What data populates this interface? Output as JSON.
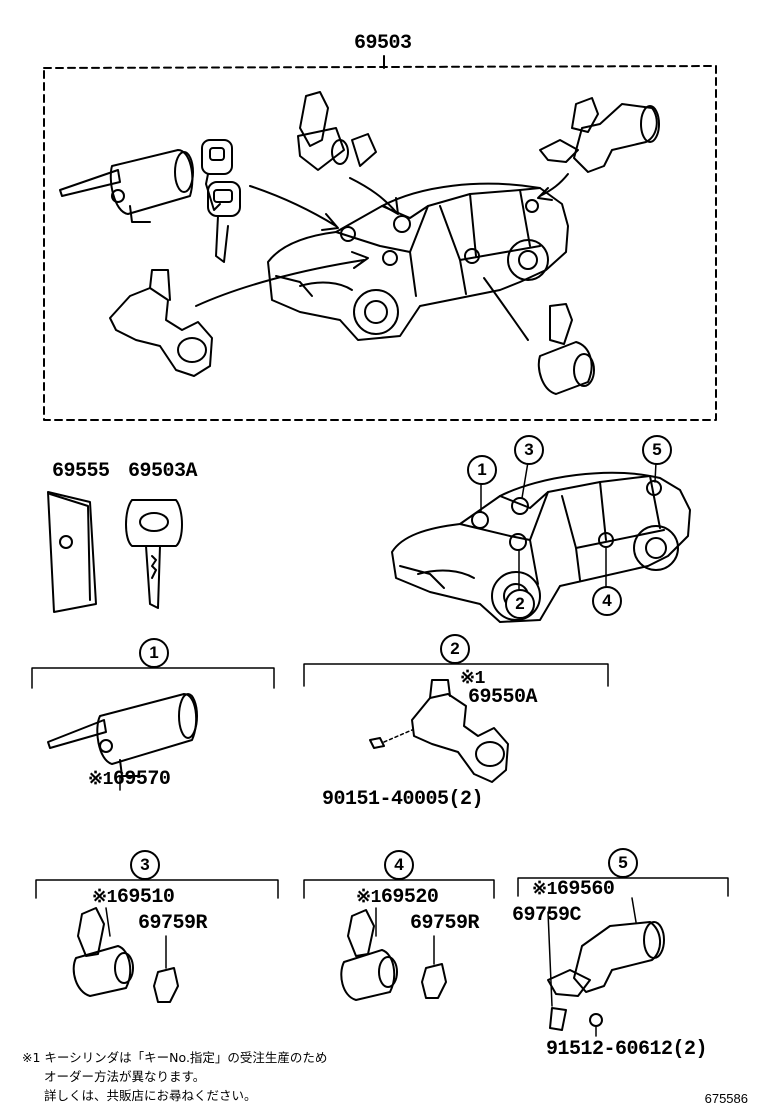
{
  "top_assembly": {
    "part": "69503"
  },
  "loose_parts": [
    {
      "part": "69555",
      "name": "key-plate"
    },
    {
      "part": "69503A",
      "name": "key"
    }
  ],
  "callouts": [
    "1",
    "2",
    "3",
    "4",
    "5"
  ],
  "groups": [
    {
      "num": "1",
      "parts": [
        {
          "mark": "※1",
          "part": "69570"
        }
      ]
    },
    {
      "num": "2",
      "parts": [
        {
          "mark": "※1",
          "part": "69550A"
        },
        {
          "mark": "",
          "part": "90151-40005(2)"
        }
      ]
    },
    {
      "num": "3",
      "parts": [
        {
          "mark": "※1",
          "part": "69510"
        },
        {
          "mark": "",
          "part": "69759R"
        }
      ]
    },
    {
      "num": "4",
      "parts": [
        {
          "mark": "※1",
          "part": "69520"
        },
        {
          "mark": "",
          "part": "69759R"
        }
      ]
    },
    {
      "num": "5",
      "parts": [
        {
          "mark": "※1",
          "part": "69560"
        },
        {
          "mark": "",
          "part": "69759C"
        },
        {
          "mark": "",
          "part": "91512-60612(2)"
        }
      ]
    }
  ],
  "footnote": {
    "mark": "※1",
    "lines": [
      "キーシリンダは「キーNo.指定」の受注生産のため",
      "オーダー方法が異なります。",
      "詳しくは、共販店にお尋ねください。"
    ]
  },
  "diagram_code": "675586"
}
